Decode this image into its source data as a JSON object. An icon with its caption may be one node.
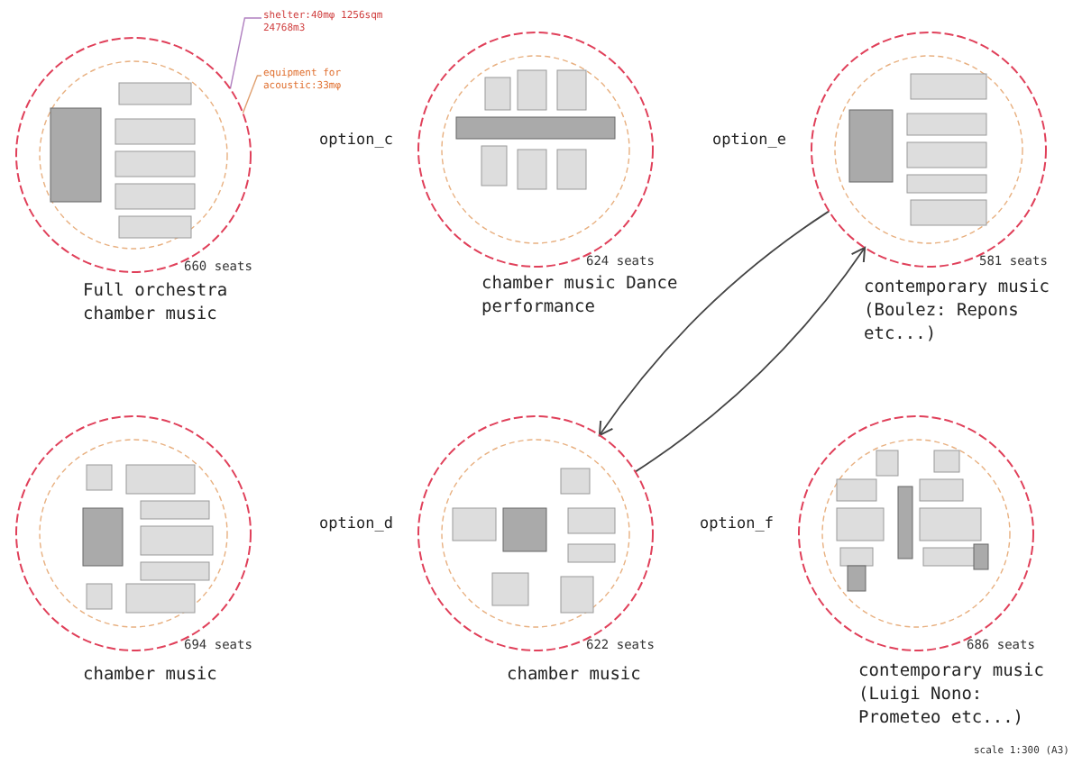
{
  "diagram": {
    "nodes": [
      {
        "text": [
          "Full orchestra chamber music"
        ],
        "beside": [
          "660 seats"
        ]
      },
      {
        "text": [
          "chamber music Dance performance"
        ],
        "beside": [
          "624 seats",
          "option_c"
        ]
      },
      {
        "text": [
          "contemporary music (Boulez: Repons etc...)"
        ],
        "beside": [
          "581 seats",
          "option_e"
        ]
      },
      {
        "text": [
          "chamber music"
        ],
        "beside": [
          "694 seats"
        ]
      },
      {
        "text": [
          "chamber music"
        ],
        "beside": [
          "622 seats",
          "option_d"
        ]
      },
      {
        "text": [
          "contemporary music (Luigi Nono: Prometeo etc...)"
        ],
        "beside": [
          "686 seats",
          "option_f"
        ]
      },
      {
        "text": [
          "shelter:40mφ 1256sqm 24768m3"
        ]
      },
      {
        "text": [
          "equipment for acoustic:33mφ"
        ]
      }
    ],
    "edges": [
      {
        "from": 6,
        "to": 0,
        "arrow": "none",
        "color": "#b080c0"
      },
      {
        "from": 7,
        "to": 0,
        "arrow": "none",
        "color": "#e0a070"
      },
      {
        "from": 4,
        "to": 2,
        "arrow": "to"
      },
      {
        "from": 2,
        "to": 4,
        "arrow": "to"
      }
    ],
    "labels": [
      "scale 1:300 (A3)"
    ]
  }
}
